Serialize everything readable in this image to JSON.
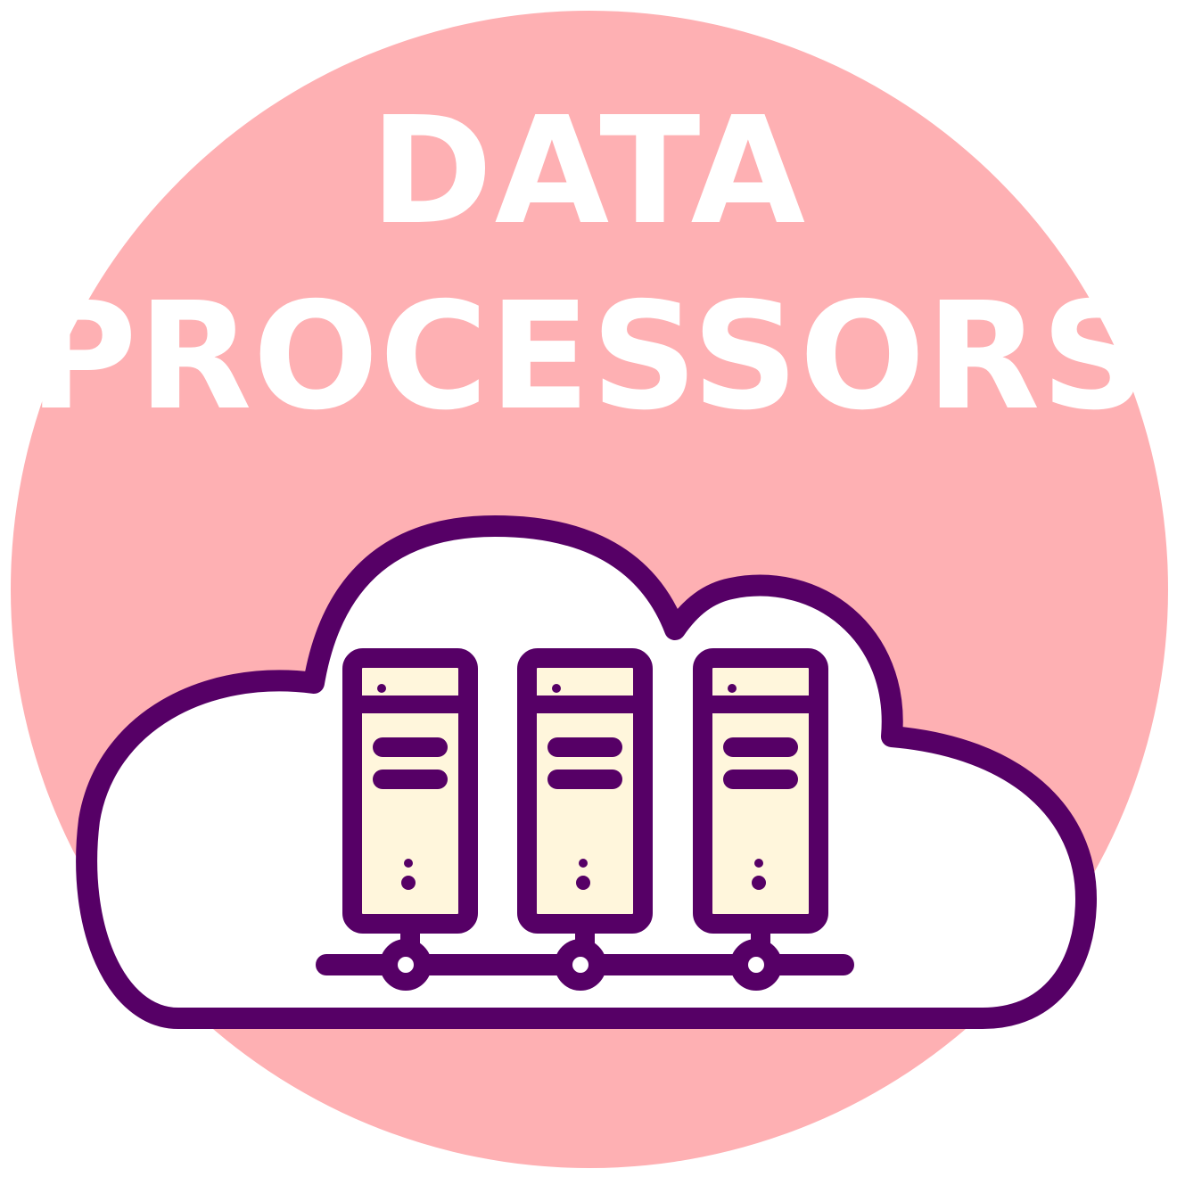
{
  "title": {
    "line1": "DATA",
    "line2": "PROCESSORS"
  },
  "icon": {
    "name": "cloud-server-icon",
    "server_count": 3
  },
  "colors": {
    "background_circle": "#feb0b3",
    "title_text": "#ffffff",
    "outline": "#560066",
    "cloud_fill": "#ffffff",
    "server_fill": "#fff6dc"
  }
}
